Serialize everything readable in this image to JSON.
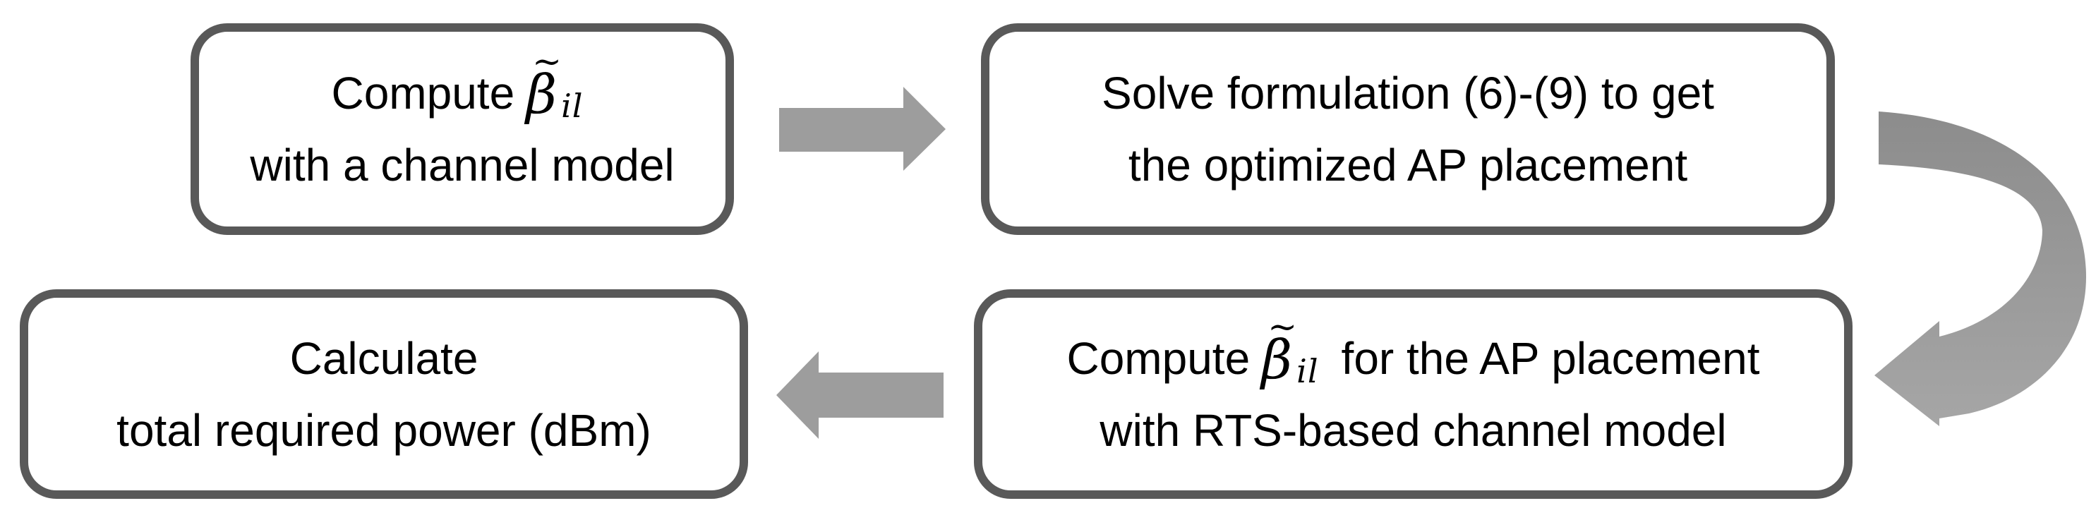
{
  "colors": {
    "background": "#ffffff",
    "box_border": "#595959",
    "text": "#000000",
    "straight_arrow": "#9d9d9d",
    "curved_arrow_start": "#8c8c8c",
    "curved_arrow_end": "#a6a6a6"
  },
  "boxes": {
    "compute_beta_channel": {
      "line1_prefix": "Compute",
      "math": {
        "tilde": "~",
        "beta": "β",
        "subscript": "il"
      },
      "line2": "with a channel model"
    },
    "solve_formulation": {
      "line1": "Solve formulation (6)-(9) to get",
      "line2": "the optimized AP placement"
    },
    "compute_beta_rts": {
      "line1_prefix": "Compute",
      "math": {
        "tilde": "~",
        "beta": "β",
        "subscript": "il"
      },
      "line1_suffix": "for the AP placement",
      "line2": "with RTS-based channel model"
    },
    "calculate_power": {
      "line1": "Calculate",
      "line2": "total required power (dBm)"
    }
  },
  "icons": {
    "right_arrow": "right-block-arrow",
    "left_arrow": "left-block-arrow",
    "curved_arrow": "curved-u-turn-arrow"
  }
}
